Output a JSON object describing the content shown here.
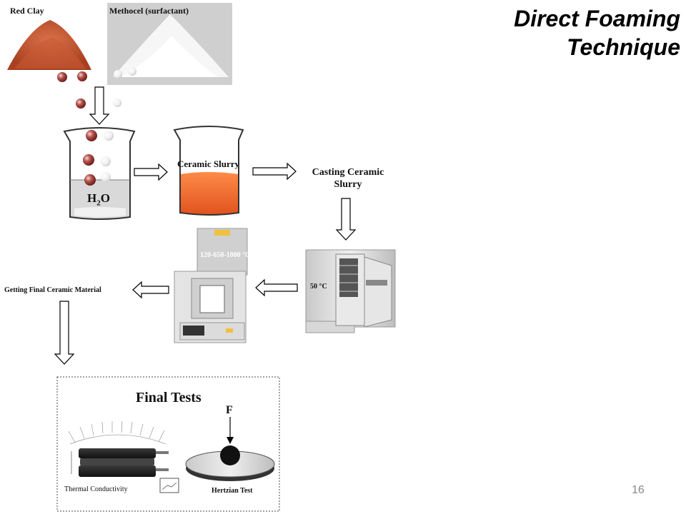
{
  "title": {
    "line1": "Direct Foaming",
    "line2": "Technique"
  },
  "materials": {
    "red_clay": "Red Clay",
    "methocel": "Methocel (surfactant)"
  },
  "beaker1": {
    "sub_pre": "H",
    "sub": "2",
    "sub_post": "O"
  },
  "steps": {
    "slurry": "Ceramic Slurry",
    "casting_line1": "Casting Ceramic",
    "casting_line2": "Slurry",
    "oven_temp": "50 °C",
    "furnace_temp": "120-650-1000 °C",
    "final_material": "Getting Final Ceramic Material"
  },
  "final_tests": {
    "title": "Final Tests",
    "force": "F",
    "thermal": "Thermal Conductivity",
    "hertzian": "Hertzian Test"
  },
  "page_number": "16",
  "colors": {
    "clay": "#c0502c",
    "slurry": "#f06a2a",
    "ball_red": "#a6403f"
  }
}
